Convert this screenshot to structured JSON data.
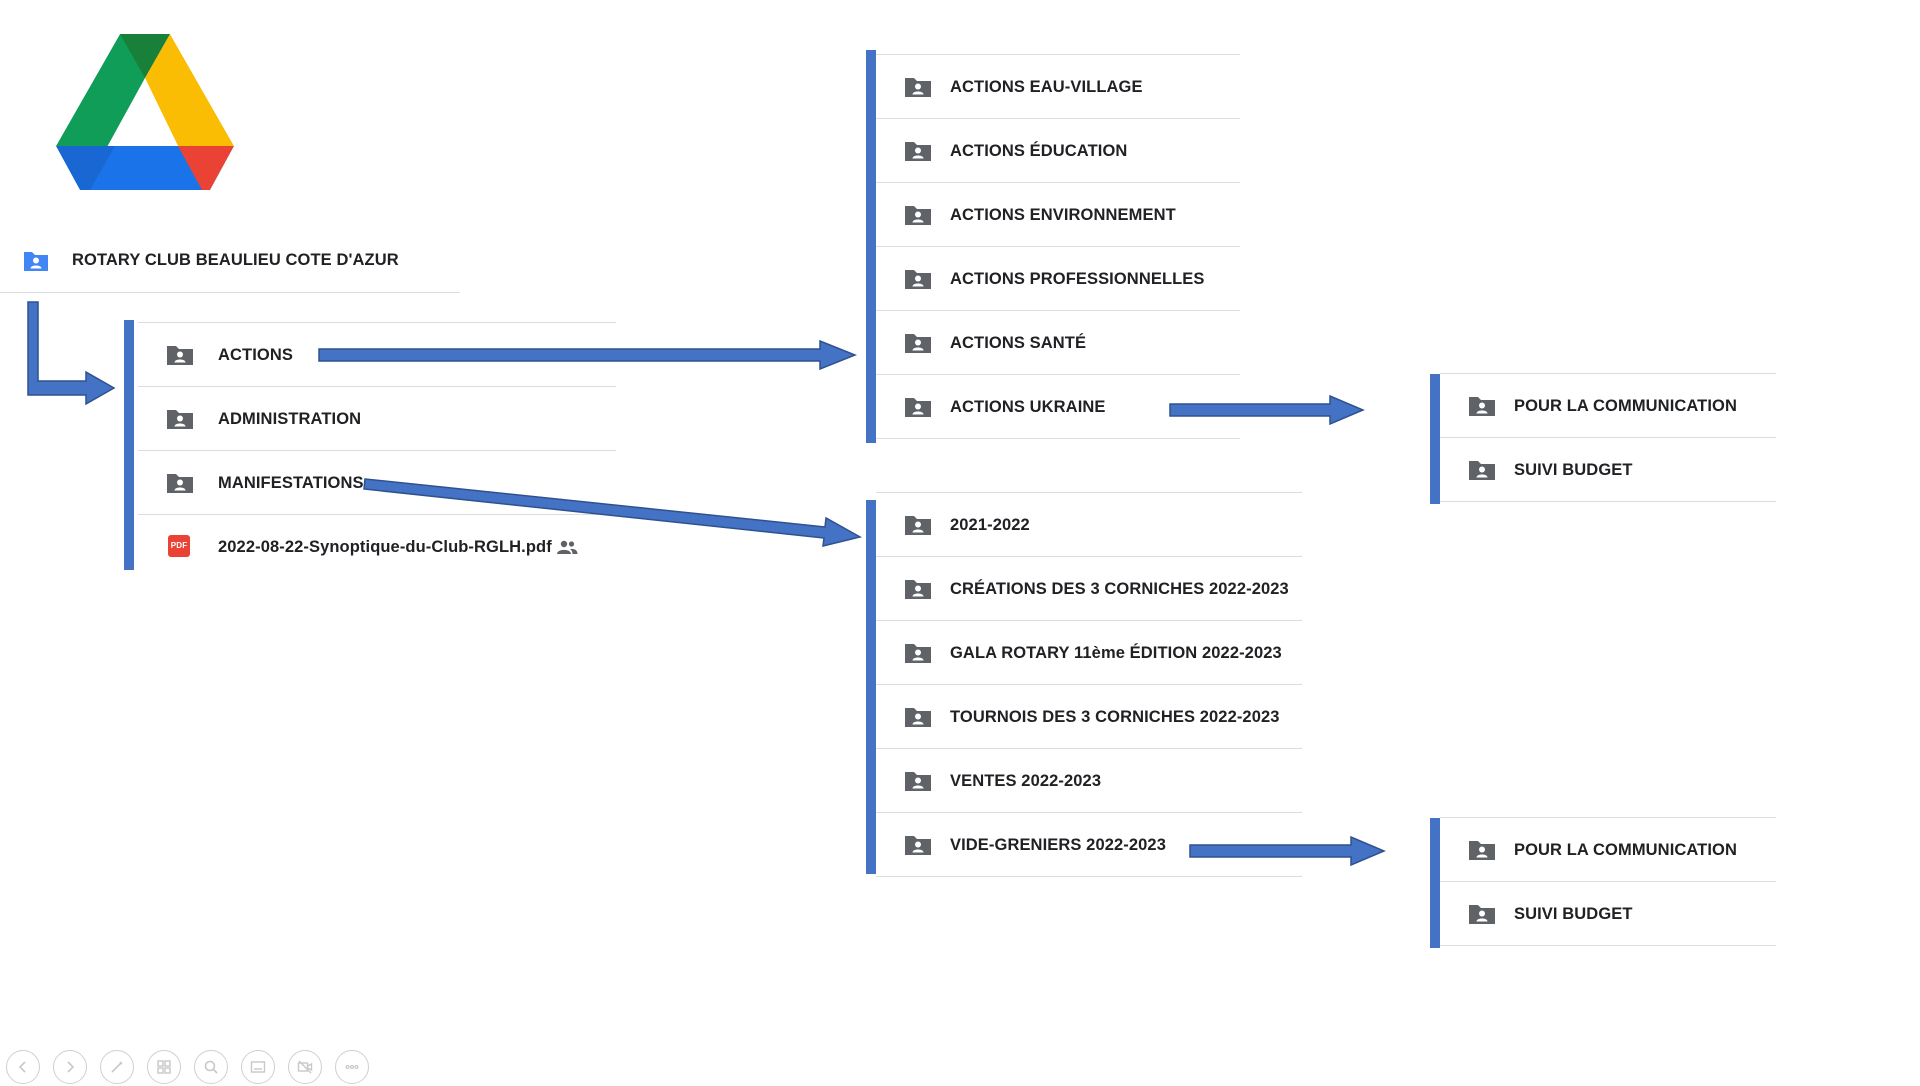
{
  "app": {
    "logo_icon": "google-drive-logo"
  },
  "root": {
    "label": "ROTARY CLUB BEAULIEU COTE D'AZUR",
    "icon": "shared-folder-icon",
    "color": "#4285f4"
  },
  "level1": {
    "items": [
      {
        "label": "ACTIONS",
        "icon": "shared-folder-icon"
      },
      {
        "label": "ADMINISTRATION",
        "icon": "shared-folder-icon"
      },
      {
        "label": "MANIFESTATIONS",
        "icon": "shared-folder-icon"
      },
      {
        "label": "2022-08-22-Synoptique-du-Club-RGLH.pdf",
        "icon": "pdf-icon",
        "pdf_badge": "PDF",
        "shared_icon": "people-icon"
      }
    ]
  },
  "actions": {
    "items": [
      {
        "label": "ACTIONS EAU-VILLAGE"
      },
      {
        "label": "ACTIONS ÉDUCATION"
      },
      {
        "label": "ACTIONS ENVIRONNEMENT"
      },
      {
        "label": "ACTIONS PROFESSIONNELLES"
      },
      {
        "label": "ACTIONS SANTÉ"
      },
      {
        "label": "ACTIONS UKRAINE"
      }
    ]
  },
  "manifestations": {
    "items": [
      {
        "label": "2021-2022"
      },
      {
        "label": "CRÉATIONS DES 3 CORNICHES 2022-2023"
      },
      {
        "label": "GALA ROTARY 11ème ÉDITION 2022-2023"
      },
      {
        "label": "TOURNOIS DES 3 CORNICHES 2022-2023"
      },
      {
        "label": "VENTES 2022-2023"
      },
      {
        "label": "VIDE-GRENIERS 2022-2023"
      }
    ]
  },
  "ukraine": {
    "items": [
      {
        "label": "POUR LA COMMUNICATION"
      },
      {
        "label": "SUIVI BUDGET"
      }
    ]
  },
  "vide_greniers": {
    "items": [
      {
        "label": "POUR LA COMMUNICATION"
      },
      {
        "label": "SUIVI BUDGET"
      }
    ]
  },
  "colors": {
    "accent_bar": "#4472c4",
    "folder_icon": "#5f6368",
    "pdf": "#ea4335",
    "divider": "#dadce0"
  },
  "toolbar": {
    "buttons": [
      "previous-icon",
      "next-icon",
      "pen-icon",
      "slides-grid-icon",
      "zoom-icon",
      "subtitles-icon",
      "camera-off-icon",
      "more-icon"
    ]
  }
}
